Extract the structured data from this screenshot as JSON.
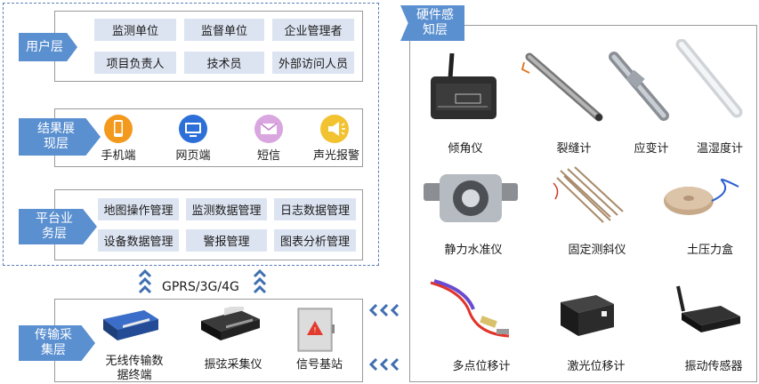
{
  "user_layer": {
    "label": "用户层",
    "items": [
      "监测单位",
      "监督单位",
      "企业管理者",
      "项目负责人",
      "技术员",
      "外部访问人员"
    ]
  },
  "result_layer": {
    "label": "结果展现层",
    "items": [
      "手机端",
      "网页端",
      "短信",
      "声光报警"
    ]
  },
  "platform_layer": {
    "label": "平台业务层",
    "items": [
      "地图操作管理",
      "监测数据管理",
      "日志数据管理",
      "设备数据管理",
      "警报管理",
      "图表分析管理"
    ]
  },
  "network_label": "GPRS/3G/4G",
  "transmission_layer": {
    "label": "传输采集层",
    "items": [
      "无线传输数据终端",
      "振弦采集仪",
      "信号基站"
    ]
  },
  "hardware_layer": {
    "label": "硬件感知层",
    "items": [
      "倾角仪",
      "裂缝计",
      "应变计",
      "温湿度计",
      "静力水准仪",
      "固定测斜仪",
      "土压力盒",
      "多点位移计",
      "激光位移计",
      "振动传感器"
    ]
  },
  "colors": {
    "label_blue": "#5a8fd0",
    "box_fill": "#dde4f1",
    "arrow_blue": "#3f6fb0"
  }
}
